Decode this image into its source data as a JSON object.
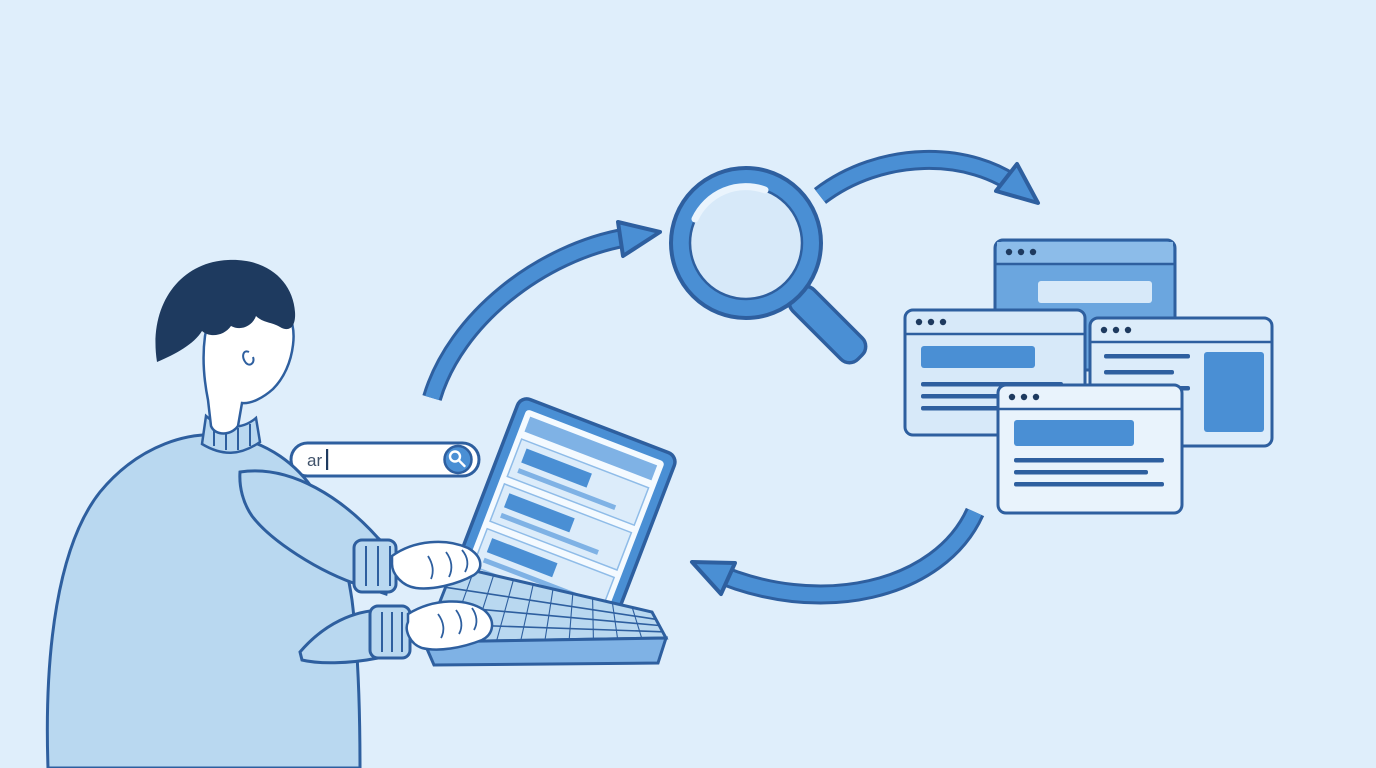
{
  "title": "Web search process illustration",
  "search_bar": {
    "value": "ar",
    "cursor": "|"
  },
  "colors": {
    "background": "#dfeefb",
    "outline": "#2e5f9f",
    "navy": "#1e3a5f",
    "primary": "#4a8fd4",
    "mid": "#7fb2e5",
    "light": "#b9d8f0",
    "pale": "#d7e9f9",
    "paler": "#e9f3fc",
    "screen": "#f4faff",
    "white": "#ffffff",
    "text": "#41536b",
    "w1": "#6ba6df",
    "w1h": "#8cbce9",
    "row": "#dcecfa"
  },
  "scene": {
    "person": "person typing on laptop",
    "magnifier": "magnifying glass",
    "arrows": [
      "search-to-magnifier",
      "magnifier-to-results",
      "results-to-laptop"
    ],
    "laptop_screen_rows": 3,
    "browser_windows": [
      {
        "name": "window-top",
        "style": "solid-blue",
        "dots": 3,
        "bars": 1
      },
      {
        "name": "window-left",
        "style": "light",
        "dots": 3,
        "bars": 1,
        "lines": 3
      },
      {
        "name": "window-right",
        "style": "pale",
        "dots": 3,
        "lines": 4,
        "blocks": 1
      },
      {
        "name": "window-front",
        "style": "pale",
        "dots": 3,
        "bars": 1,
        "lines": 3
      }
    ]
  }
}
